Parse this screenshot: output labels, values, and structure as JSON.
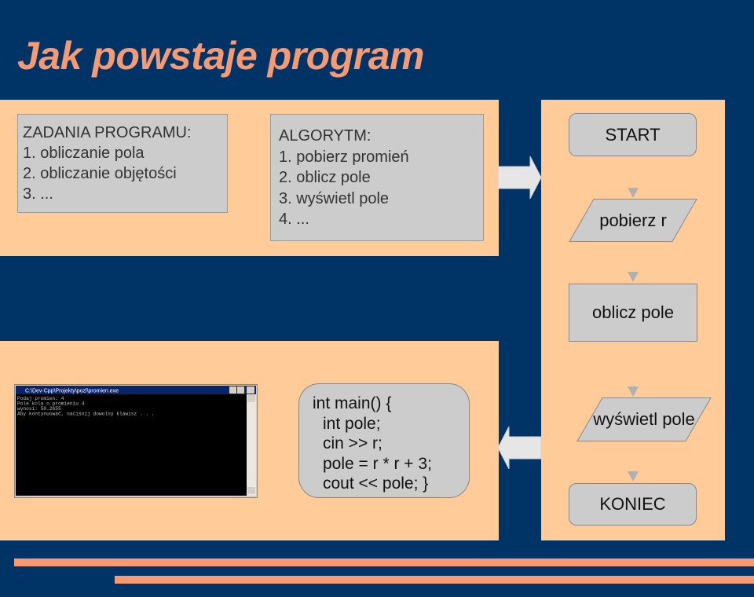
{
  "title": "Jak powstaje program",
  "tasks": {
    "lines": [
      "ZADANIA PROGRAMU:",
      "1. obliczanie pola",
      "2. obliczanie objętości",
      "3. ..."
    ]
  },
  "algorithm": {
    "lines": [
      "ALGORYTM:",
      "1. pobierz promień",
      "2. oblicz pole",
      "3. wyświetl pole",
      "4. ..."
    ]
  },
  "code": {
    "lines": [
      "int main() {",
      "int pole;",
      "cin >> r;",
      "pole = r * r + 3;",
      "cout << pole; }"
    ]
  },
  "flowchart": {
    "start": "START",
    "input": "pobierz r",
    "process": "oblicz pole",
    "output": "wyświetl pole",
    "end": "KONIEC"
  },
  "console": {
    "window_title": "C:\\Dev-Cpp\\Projekty\\pozl\\promien.exe",
    "lines": [
      "Podaj promien: 4",
      "Pole kola o promieniu 4",
      "wynosi: 50.2655",
      "Aby kontynuować, naciśnij dowolny klawisz . . ."
    ]
  },
  "colors": {
    "background": "#003366",
    "accent": "#f59a73",
    "panel": "#ffcc99",
    "box": "#cccccc"
  }
}
